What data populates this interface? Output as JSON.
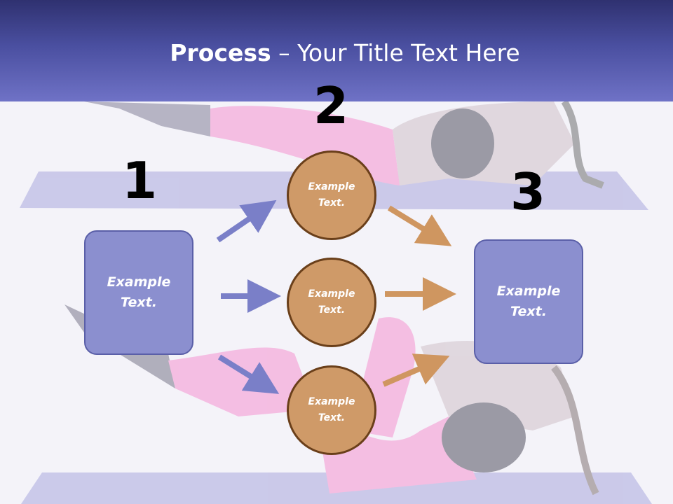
{
  "slide": {
    "title_bold": "Process",
    "title_rest": " – Your Title Text Here"
  },
  "steps": {
    "one": "1",
    "two": "2",
    "three": "3"
  },
  "left_box": {
    "text": "Example\nText."
  },
  "right_box": {
    "text": "Example\nText."
  },
  "circles": [
    {
      "text": "Example\nText."
    },
    {
      "text": "Example\nText."
    },
    {
      "text": "Example\nText."
    }
  ],
  "colors": {
    "header_dark": "#2f3170",
    "header_light": "#6f72c6",
    "box_fill": "#8b8fcf",
    "circle_fill": "#cf9a68",
    "circle_border": "#6a3f1a",
    "arrow_blue": "#7a7fc8",
    "arrow_orange": "#cf9660"
  },
  "background_image": "fitness-woman-exercise-mat-photo"
}
